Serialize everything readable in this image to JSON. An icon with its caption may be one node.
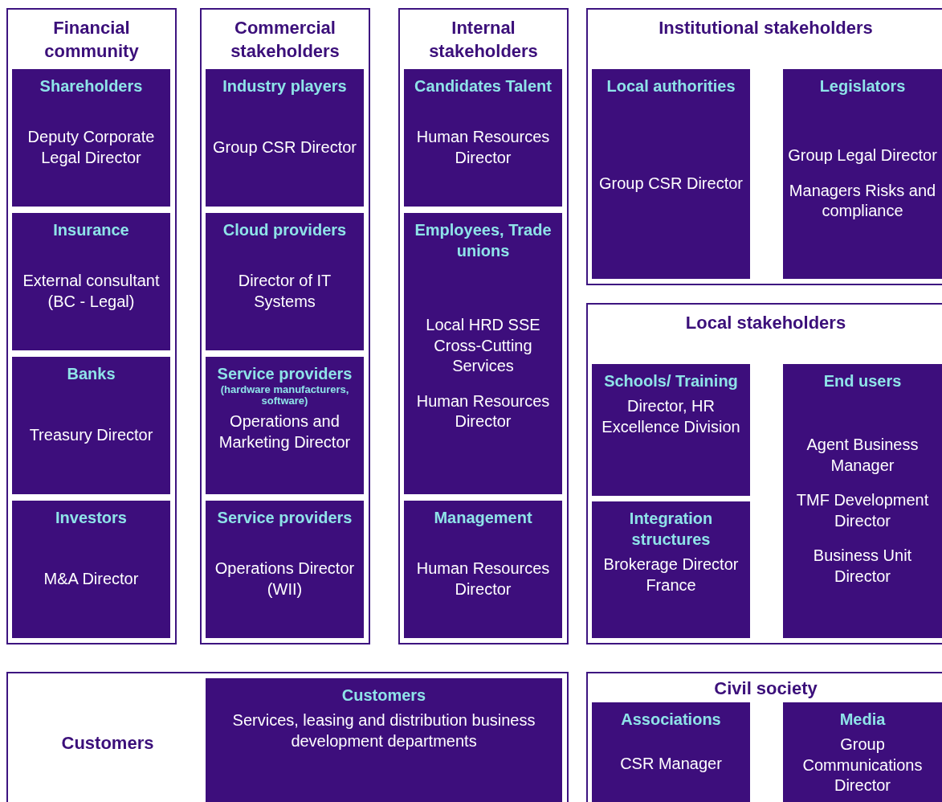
{
  "diagram": {
    "nodes": [
      {
        "text": [
          "Financial community"
        ]
      },
      {
        "text": [
          "Shareholders",
          "Deputy Corporate Legal Director"
        ],
        "in": 0
      },
      {
        "text": [
          "Insurance",
          "External consultant (BC - Legal)"
        ],
        "in": 0
      },
      {
        "text": [
          "Banks",
          "Treasury Director"
        ],
        "in": 0
      },
      {
        "text": [
          "Investors",
          "M&A Director"
        ],
        "in": 0
      },
      {
        "text": [
          "Commercial stakeholders"
        ]
      },
      {
        "text": [
          "Industry players",
          "Group CSR Director"
        ],
        "in": 5
      },
      {
        "text": [
          "Cloud providers",
          "Director of IT Systems"
        ],
        "in": 5
      },
      {
        "text": [
          "Service providers",
          "(hardware manufacturers, software)",
          "Operations and Marketing Director"
        ],
        "in": 5
      },
      {
        "text": [
          "Service providers",
          "Operations Director (WII)"
        ],
        "in": 5
      },
      {
        "text": [
          "Internal stakeholders"
        ]
      },
      {
        "text": [
          "Candidates Talent",
          "Human Resources Director"
        ],
        "in": 10
      },
      {
        "text": [
          "Employees, Trade unions",
          "Local HRD SSE Cross-Cutting Services",
          "Human Resources Director"
        ],
        "in": 10
      },
      {
        "text": [
          "Management",
          "Human Resources Director"
        ],
        "in": 10
      },
      {
        "text": [
          "Institutional stakeholders"
        ]
      },
      {
        "text": [
          "Local authorities",
          "Group CSR Director"
        ],
        "in": 14
      },
      {
        "text": [
          "Legislators",
          "Group Legal Director",
          "Managers Risks and compliance"
        ],
        "in": 14
      },
      {
        "text": [
          "Local stakeholders"
        ]
      },
      {
        "text": [
          "Schools/ Training",
          "Director, HR Excellence Division"
        ],
        "in": 17
      },
      {
        "text": [
          "Integration structures",
          "Brokerage Director France"
        ],
        "in": 17
      },
      {
        "text": [
          "End users",
          "Agent Business Manager",
          "TMF Development Director",
          "Business Unit Director"
        ],
        "in": 17
      },
      {
        "text": [
          "Customers"
        ]
      },
      {
        "text": [
          "Customers",
          "Services, leasing and distribution business development departments"
        ],
        "in": 21
      },
      {
        "text": [
          "Civil society"
        ]
      },
      {
        "text": [
          "Associations",
          "CSR Manager"
        ],
        "in": 23
      },
      {
        "text": [
          "Media",
          "Group Communications Director"
        ],
        "in": 23
      }
    ]
  }
}
